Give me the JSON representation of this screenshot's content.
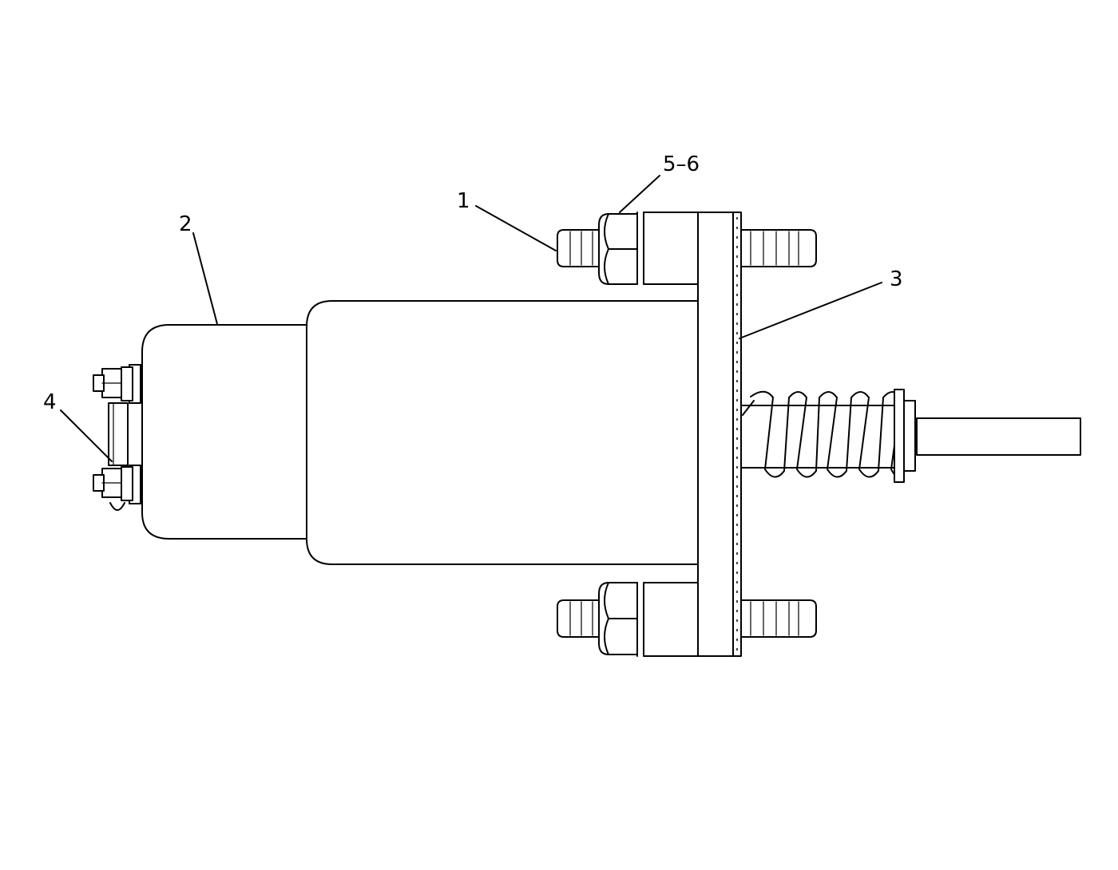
{
  "callouts": [
    {
      "id": "1",
      "label": "1"
    },
    {
      "id": "2",
      "label": "2"
    },
    {
      "id": "3",
      "label": "3"
    },
    {
      "id": "4",
      "label": "4"
    },
    {
      "id": "5-6",
      "label": "5–6"
    }
  ]
}
